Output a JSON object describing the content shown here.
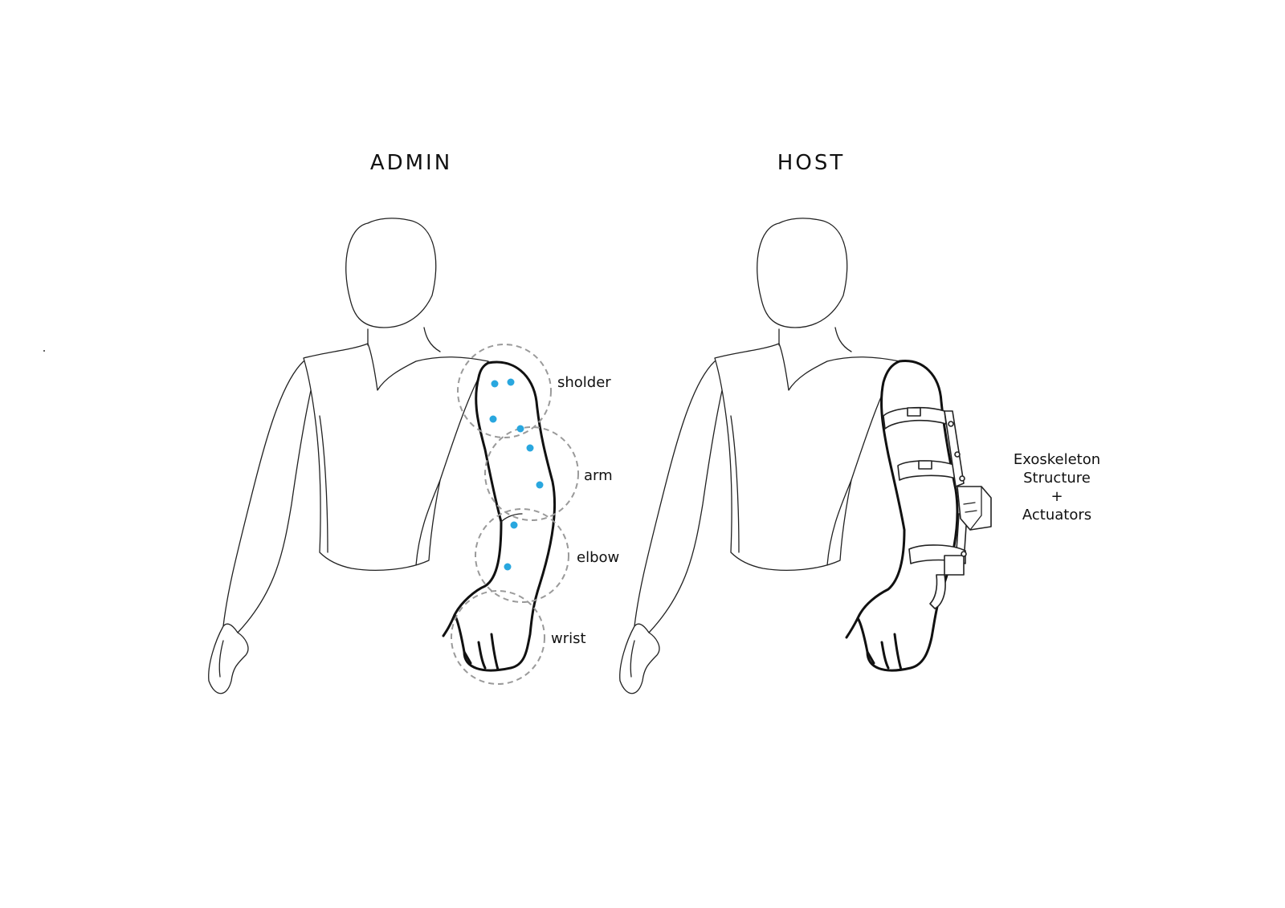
{
  "panels": {
    "admin": {
      "title": "ADMIN",
      "zones": [
        {
          "label": "sholder"
        },
        {
          "label": "arm"
        },
        {
          "label": "elbow"
        },
        {
          "label": "wrist"
        }
      ],
      "sensor_count": 8,
      "sensor_color": "#29a7df"
    },
    "host": {
      "title": "HOST",
      "annotation": [
        "Exoskeleton",
        "Structure",
        "+",
        "Actuators"
      ]
    }
  },
  "colors": {
    "outline": "#111111",
    "zone_ring": "#9a9a9a",
    "sensor": "#29a7df"
  }
}
